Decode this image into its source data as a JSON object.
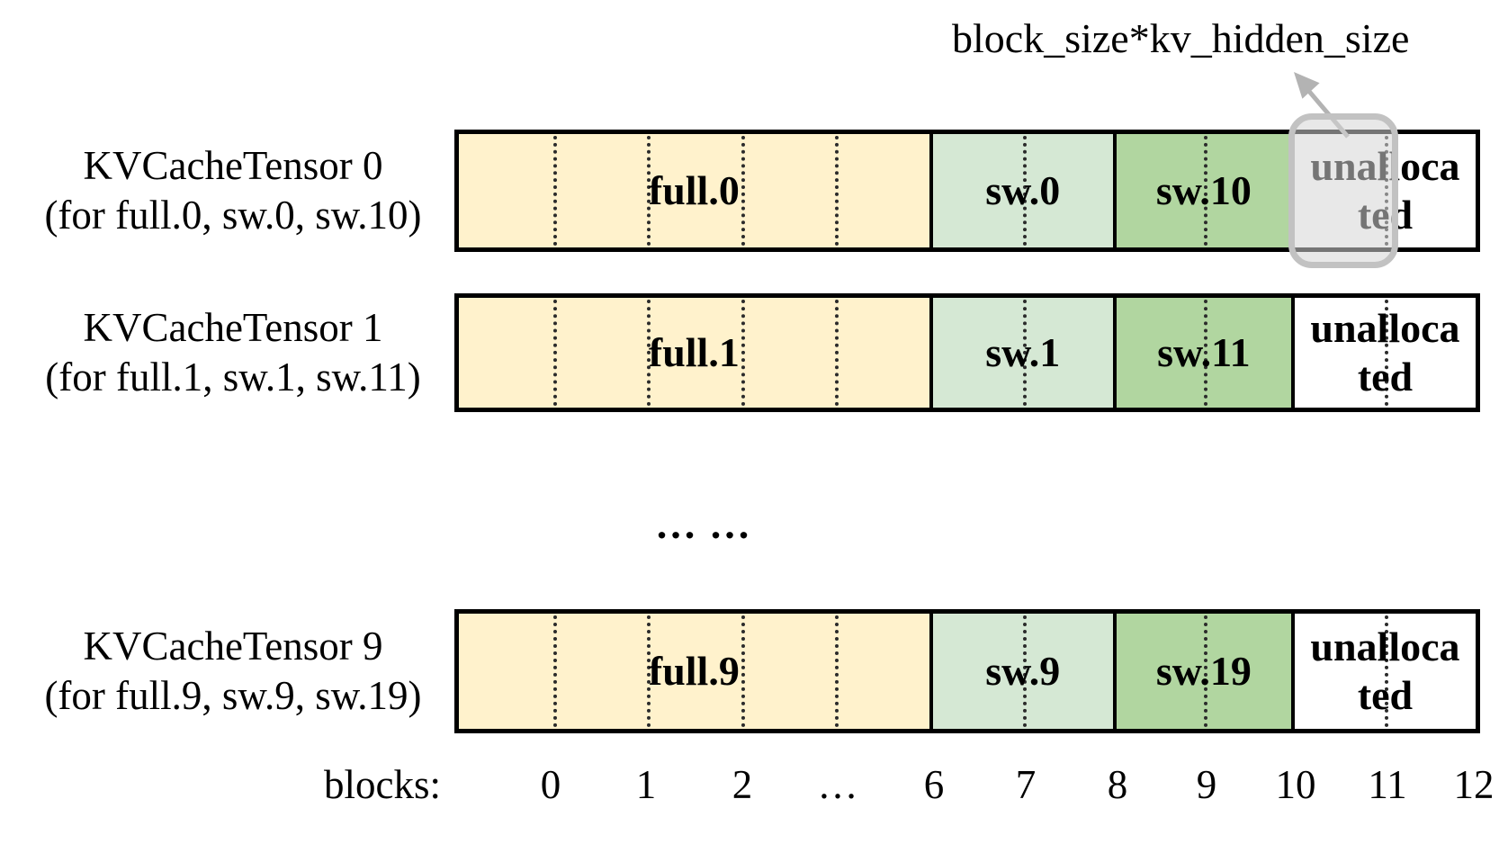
{
  "annotation": {
    "label": "block_size*kv_hidden_size"
  },
  "ellipsis": "……",
  "axis": {
    "prefix": "blocks:",
    "ticks": [
      "0",
      "1",
      "2",
      "…",
      "6",
      "7",
      "8",
      "9",
      "10",
      "11",
      "12"
    ]
  },
  "unalloc_wrap": [
    "unalloca",
    "ted"
  ],
  "colors": {
    "full": "#FFF2CC",
    "sw_light": "#D5E8D4",
    "sw_dark": "#B1D6A0",
    "unallocated": "#FFFFFF",
    "border": "#000000",
    "highlight_border": "#C2C2C2",
    "arrow": "#B3B3B3"
  },
  "rows": [
    {
      "title": "KVCacheTensor 0",
      "subtitle": "(for full.0, sw.0, sw.10)",
      "segments": [
        {
          "label": "full.0"
        },
        {
          "label": "sw.0"
        },
        {
          "label": "sw.10"
        },
        {
          "label": "unallocated"
        }
      ]
    },
    {
      "title": "KVCacheTensor 1",
      "subtitle": "(for full.1, sw.1, sw.11)",
      "segments": [
        {
          "label": "full.1"
        },
        {
          "label": "sw.1"
        },
        {
          "label": "sw.11"
        },
        {
          "label": "unallocated"
        }
      ]
    },
    {
      "title": "KVCacheTensor 9",
      "subtitle": "(for full.9, sw.9, sw.19)",
      "segments": [
        {
          "label": "full.9"
        },
        {
          "label": "sw.9"
        },
        {
          "label": "sw.19"
        },
        {
          "label": "unallocated"
        }
      ]
    }
  ]
}
